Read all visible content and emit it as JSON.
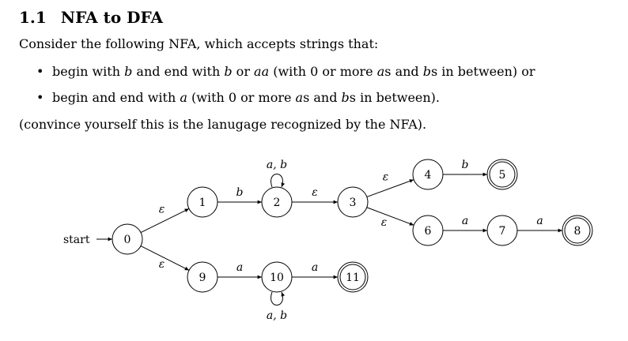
{
  "section": {
    "number": "1.1",
    "title": "NFA to DFA"
  },
  "intro": "Consider the following NFA, which accepts strings that:",
  "bullets": [
    [
      "begin with ",
      {
        "m": "b"
      },
      " and end with ",
      {
        "m": "b"
      },
      " or ",
      {
        "m": "aa"
      },
      " (with 0 or more ",
      {
        "m": "a"
      },
      "s and ",
      {
        "m": "b"
      },
      "s in between) or"
    ],
    [
      "begin and end with ",
      {
        "m": "a"
      },
      " (with 0 or more ",
      {
        "m": "a"
      },
      "s and ",
      {
        "m": "b"
      },
      "s in between)."
    ]
  ],
  "note": "(convince yourself this is the lanugage recognized by the NFA).",
  "diagram": {
    "start_label": "start",
    "states": [
      {
        "id": "0",
        "accepting": false
      },
      {
        "id": "1",
        "accepting": false
      },
      {
        "id": "2",
        "accepting": false
      },
      {
        "id": "3",
        "accepting": false
      },
      {
        "id": "4",
        "accepting": false
      },
      {
        "id": "5",
        "accepting": true
      },
      {
        "id": "6",
        "accepting": false
      },
      {
        "id": "7",
        "accepting": false
      },
      {
        "id": "8",
        "accepting": true
      },
      {
        "id": "9",
        "accepting": false
      },
      {
        "id": "10",
        "accepting": false
      },
      {
        "id": "11",
        "accepting": true
      }
    ],
    "transitions": [
      {
        "from": "0",
        "to": "1",
        "label": "ε"
      },
      {
        "from": "0",
        "to": "9",
        "label": "ε"
      },
      {
        "from": "1",
        "to": "2",
        "label": "b"
      },
      {
        "from": "2",
        "to": "2",
        "label": "a, b"
      },
      {
        "from": "2",
        "to": "3",
        "label": "ε"
      },
      {
        "from": "3",
        "to": "4",
        "label": "ε"
      },
      {
        "from": "3",
        "to": "6",
        "label": "ε"
      },
      {
        "from": "4",
        "to": "5",
        "label": "b"
      },
      {
        "from": "6",
        "to": "7",
        "label": "a"
      },
      {
        "from": "7",
        "to": "8",
        "label": "a"
      },
      {
        "from": "9",
        "to": "10",
        "label": "a"
      },
      {
        "from": "10",
        "to": "10",
        "label": "a, b"
      },
      {
        "from": "10",
        "to": "11",
        "label": "a"
      }
    ]
  }
}
